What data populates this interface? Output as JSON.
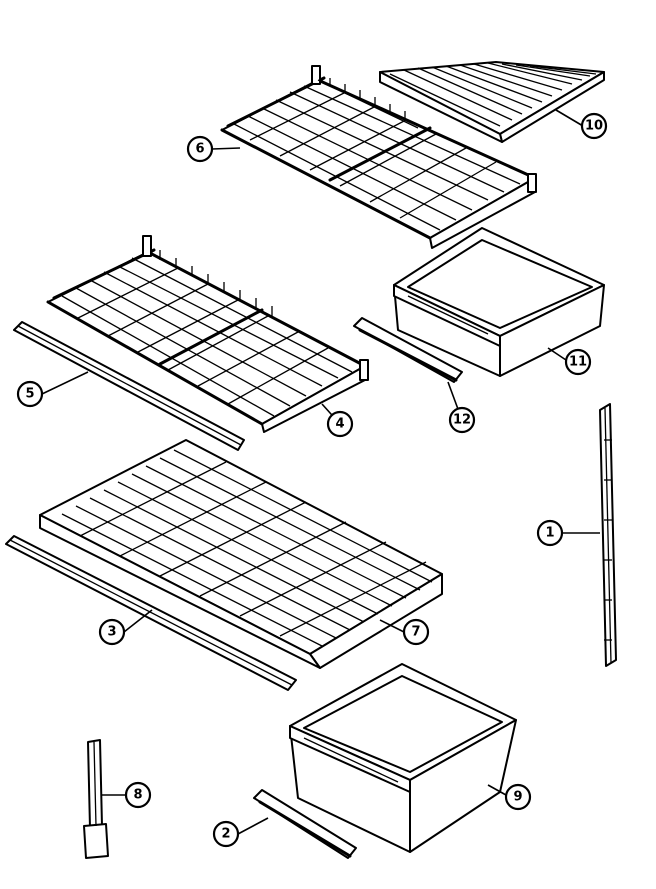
{
  "diagram": {
    "parts": [
      {
        "id": "part-1",
        "label": "1"
      },
      {
        "id": "part-2",
        "label": "2"
      },
      {
        "id": "part-3",
        "label": "3"
      },
      {
        "id": "part-4",
        "label": "4"
      },
      {
        "id": "part-5",
        "label": "5"
      },
      {
        "id": "part-6",
        "label": "6"
      },
      {
        "id": "part-7",
        "label": "7"
      },
      {
        "id": "part-8",
        "label": "8"
      },
      {
        "id": "part-9",
        "label": "9"
      },
      {
        "id": "part-10",
        "label": "10"
      },
      {
        "id": "part-11",
        "label": "11"
      },
      {
        "id": "part-12",
        "label": "12"
      }
    ]
  }
}
